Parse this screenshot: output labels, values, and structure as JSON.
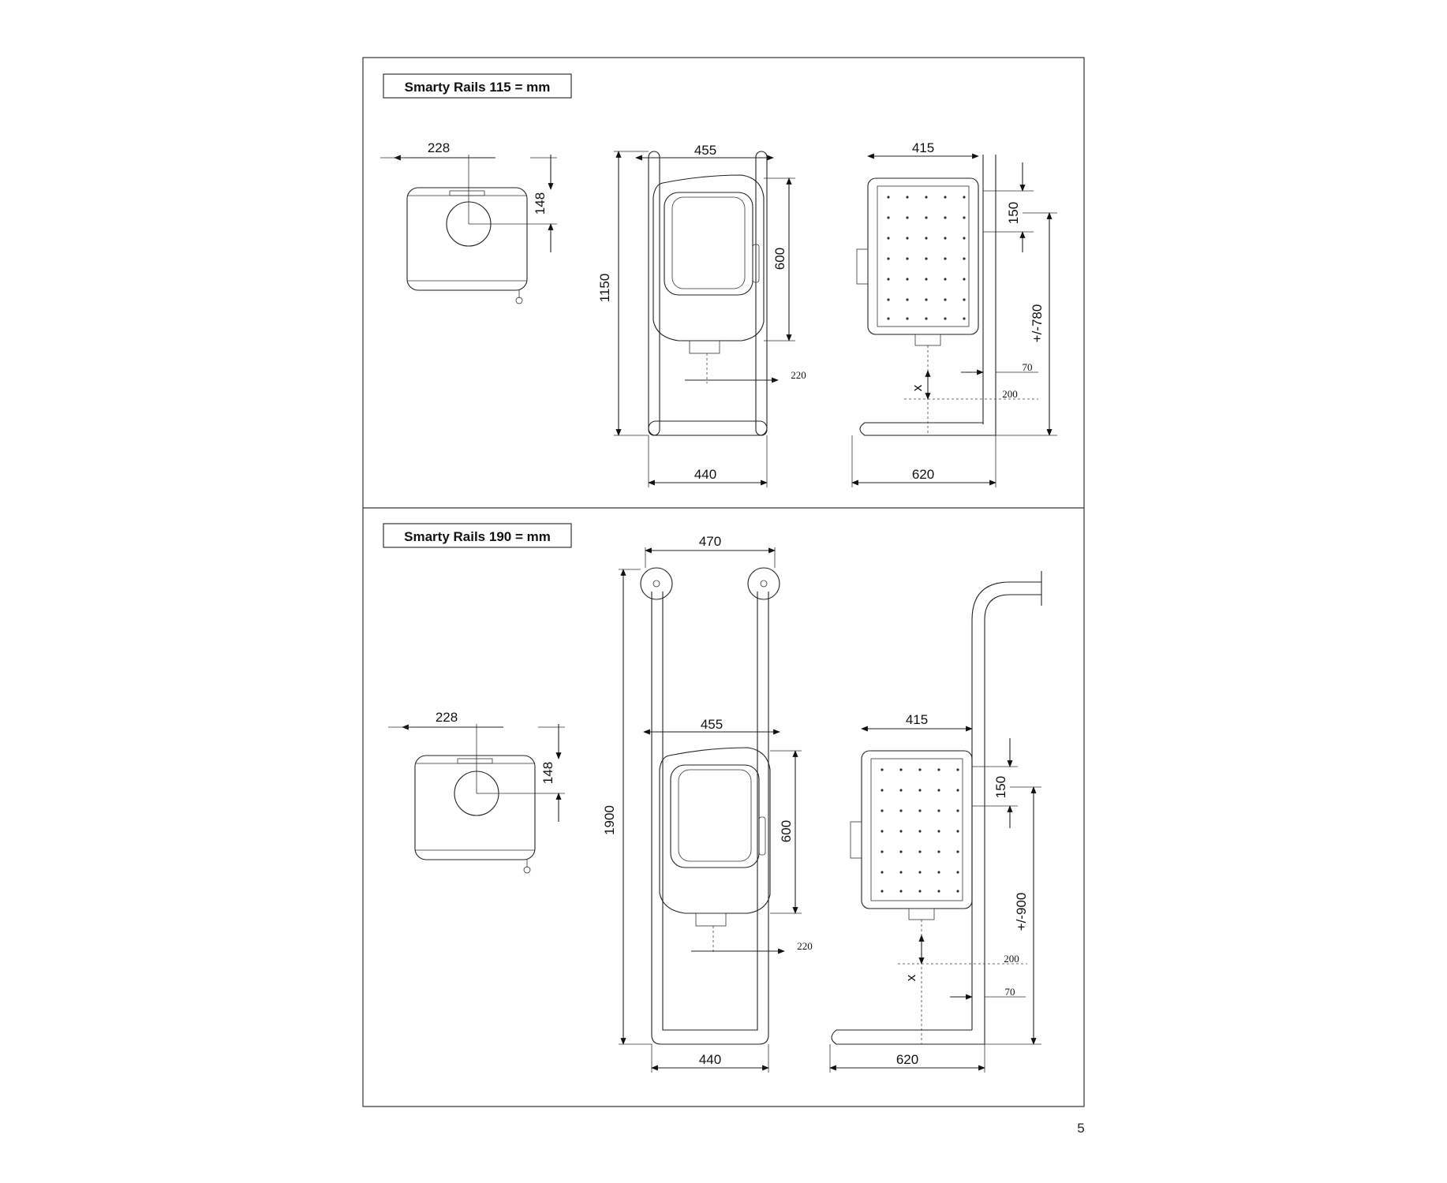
{
  "page_number": "5",
  "panels": [
    {
      "title": "Smarty Rails 115 = mm",
      "top_view": {
        "width": "228",
        "depth": "148"
      },
      "front_view": {
        "top_width": "455",
        "height": "1150",
        "window": "600",
        "offset": "220",
        "base": "440"
      },
      "side_view": {
        "top_width": "415",
        "flue": "150",
        "total": "+/-780",
        "rail": "70",
        "floor": "200",
        "x": "x",
        "base": "620"
      }
    },
    {
      "title": "Smarty Rails 190 = mm",
      "top_view": {
        "width": "228",
        "depth": "148"
      },
      "front_view": {
        "rail_span": "470",
        "top_width": "455",
        "height": "1900",
        "window": "600",
        "offset": "220",
        "base": "440"
      },
      "side_view": {
        "top_width": "415",
        "flue": "150",
        "total": "+/-900",
        "rail": "70",
        "floor": "200",
        "x": "x",
        "base": "620"
      }
    }
  ]
}
